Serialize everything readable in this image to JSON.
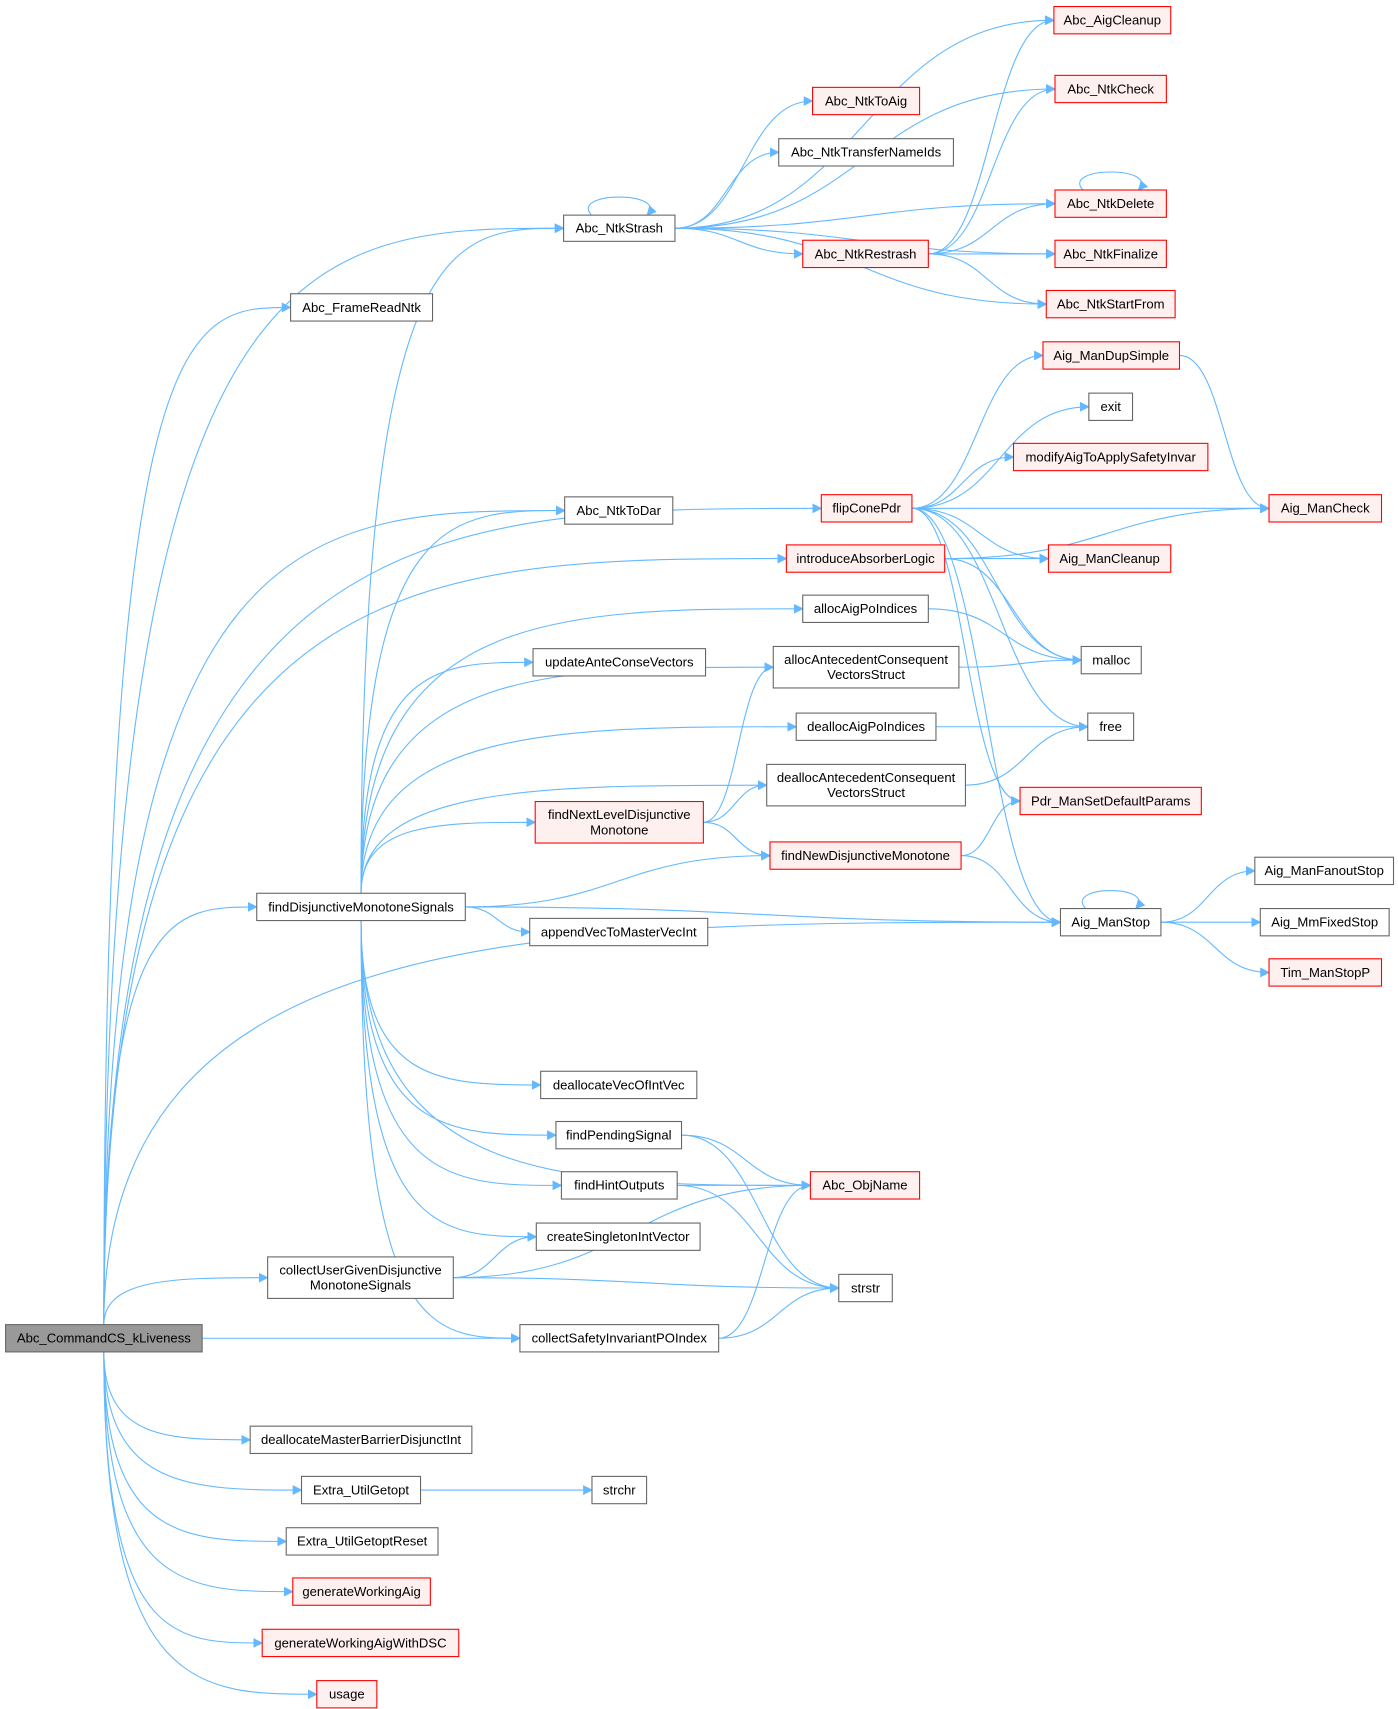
{
  "graph": {
    "title": "Abc_CommandCS_kLiveness call graph",
    "colors": {
      "edge": "#63b8ff",
      "root_fill": "#999999",
      "normal_border": "#666666",
      "truncated_border": "#ff0000",
      "truncated_fill": "#fff0f0"
    },
    "nodes": [
      {
        "lines": [
          "Abc_CommandCS_kLiveness"
        ],
        "kind": "root"
      },
      {
        "lines": [
          "Abc_FrameReadNtk"
        ],
        "kind": "normal"
      },
      {
        "lines": [
          "Abc_NtkStrash"
        ],
        "kind": "normal"
      },
      {
        "lines": [
          "Abc_AigCleanup"
        ],
        "kind": "truncated"
      },
      {
        "lines": [
          "Abc_NtkCheck"
        ],
        "kind": "truncated"
      },
      {
        "lines": [
          "Abc_NtkToAig"
        ],
        "kind": "truncated"
      },
      {
        "lines": [
          "Abc_NtkTransferNameIds"
        ],
        "kind": "normal"
      },
      {
        "lines": [
          "Abc_NtkDelete"
        ],
        "kind": "truncated"
      },
      {
        "lines": [
          "Abc_NtkRestrash"
        ],
        "kind": "truncated"
      },
      {
        "lines": [
          "Abc_NtkFinalize"
        ],
        "kind": "truncated"
      },
      {
        "lines": [
          "Abc_NtkStartFrom"
        ],
        "kind": "truncated"
      },
      {
        "lines": [
          "Aig_ManDupSimple"
        ],
        "kind": "truncated"
      },
      {
        "lines": [
          "exit"
        ],
        "kind": "normal"
      },
      {
        "lines": [
          "modifyAigToApplySafetyInvar"
        ],
        "kind": "truncated"
      },
      {
        "lines": [
          "flipConePdr"
        ],
        "kind": "truncated"
      },
      {
        "lines": [
          "Aig_ManCheck"
        ],
        "kind": "truncated"
      },
      {
        "lines": [
          "Abc_NtkToDar"
        ],
        "kind": "normal"
      },
      {
        "lines": [
          "introduceAbsorberLogic"
        ],
        "kind": "truncated"
      },
      {
        "lines": [
          "Aig_ManCleanup"
        ],
        "kind": "truncated"
      },
      {
        "lines": [
          "allocAigPoIndices"
        ],
        "kind": "normal"
      },
      {
        "lines": [
          "updateAnteConseVectors"
        ],
        "kind": "normal"
      },
      {
        "lines": [
          "allocAntecedentConsequent",
          "VectorsStruct"
        ],
        "kind": "normal"
      },
      {
        "lines": [
          "malloc"
        ],
        "kind": "normal"
      },
      {
        "lines": [
          "deallocAigPoIndices"
        ],
        "kind": "normal"
      },
      {
        "lines": [
          "free"
        ],
        "kind": "normal"
      },
      {
        "lines": [
          "deallocAntecedentConsequent",
          "VectorsStruct"
        ],
        "kind": "normal"
      },
      {
        "lines": [
          "findNextLevelDisjunctive",
          "Monotone"
        ],
        "kind": "truncated"
      },
      {
        "lines": [
          "Pdr_ManSetDefaultParams"
        ],
        "kind": "truncated"
      },
      {
        "lines": [
          "findNewDisjunctiveMonotone"
        ],
        "kind": "truncated"
      },
      {
        "lines": [
          "Aig_ManFanoutStop"
        ],
        "kind": "normal"
      },
      {
        "lines": [
          "findDisjunctiveMonotoneSignals"
        ],
        "kind": "normal"
      },
      {
        "lines": [
          "Aig_ManStop"
        ],
        "kind": "normal"
      },
      {
        "lines": [
          "appendVecToMasterVecInt"
        ],
        "kind": "normal"
      },
      {
        "lines": [
          "Aig_MmFixedStop"
        ],
        "kind": "normal"
      },
      {
        "lines": [
          "Tim_ManStopP"
        ],
        "kind": "truncated"
      },
      {
        "lines": [
          "deallocateVecOfIntVec"
        ],
        "kind": "normal"
      },
      {
        "lines": [
          "findPendingSignal"
        ],
        "kind": "normal"
      },
      {
        "lines": [
          "findHintOutputs"
        ],
        "kind": "normal"
      },
      {
        "lines": [
          "Abc_ObjName"
        ],
        "kind": "truncated"
      },
      {
        "lines": [
          "createSingletonIntVector"
        ],
        "kind": "normal"
      },
      {
        "lines": [
          "collectUserGivenDisjunctive",
          "MonotoneSignals"
        ],
        "kind": "normal"
      },
      {
        "lines": [
          "strstr"
        ],
        "kind": "normal"
      },
      {
        "lines": [
          "collectSafetyInvariantPOIndex"
        ],
        "kind": "normal"
      },
      {
        "lines": [
          "deallocateMasterBarrierDisjunctInt"
        ],
        "kind": "normal"
      },
      {
        "lines": [
          "Extra_UtilGetopt"
        ],
        "kind": "normal"
      },
      {
        "lines": [
          "strchr"
        ],
        "kind": "normal"
      },
      {
        "lines": [
          "Extra_UtilGetoptReset"
        ],
        "kind": "normal"
      },
      {
        "lines": [
          "generateWorkingAig"
        ],
        "kind": "truncated"
      },
      {
        "lines": [
          "generateWorkingAigWithDSC"
        ],
        "kind": "truncated"
      },
      {
        "lines": [
          "usage"
        ],
        "kind": "truncated"
      }
    ],
    "edges": [
      [
        0,
        1
      ],
      [
        0,
        2
      ],
      [
        0,
        14
      ],
      [
        0,
        17
      ],
      [
        0,
        16
      ],
      [
        0,
        30
      ],
      [
        0,
        40
      ],
      [
        0,
        42
      ],
      [
        0,
        31
      ],
      [
        0,
        43
      ],
      [
        0,
        44
      ],
      [
        0,
        46
      ],
      [
        0,
        47
      ],
      [
        0,
        48
      ],
      [
        0,
        49
      ],
      [
        2,
        2
      ],
      [
        2,
        3
      ],
      [
        2,
        4
      ],
      [
        2,
        5
      ],
      [
        2,
        6
      ],
      [
        2,
        7
      ],
      [
        2,
        8
      ],
      [
        2,
        9
      ],
      [
        2,
        10
      ],
      [
        8,
        3
      ],
      [
        8,
        4
      ],
      [
        8,
        7
      ],
      [
        8,
        9
      ],
      [
        8,
        10
      ],
      [
        7,
        7
      ],
      [
        14,
        11
      ],
      [
        14,
        12
      ],
      [
        14,
        13
      ],
      [
        14,
        15
      ],
      [
        14,
        18
      ],
      [
        14,
        22
      ],
      [
        14,
        24
      ],
      [
        14,
        27
      ],
      [
        14,
        31
      ],
      [
        11,
        15
      ],
      [
        17,
        18
      ],
      [
        17,
        15
      ],
      [
        17,
        22
      ],
      [
        19,
        22
      ],
      [
        21,
        22
      ],
      [
        23,
        24
      ],
      [
        25,
        24
      ],
      [
        26,
        21
      ],
      [
        26,
        25
      ],
      [
        26,
        28
      ],
      [
        28,
        27
      ],
      [
        28,
        31
      ],
      [
        31,
        31
      ],
      [
        31,
        29
      ],
      [
        31,
        33
      ],
      [
        31,
        34
      ],
      [
        30,
        2
      ],
      [
        30,
        16
      ],
      [
        30,
        19
      ],
      [
        30,
        20
      ],
      [
        30,
        21
      ],
      [
        30,
        23
      ],
      [
        30,
        25
      ],
      [
        30,
        26
      ],
      [
        30,
        28
      ],
      [
        30,
        32
      ],
      [
        30,
        31
      ],
      [
        30,
        35
      ],
      [
        30,
        36
      ],
      [
        30,
        37
      ],
      [
        30,
        38
      ],
      [
        30,
        39
      ],
      [
        30,
        42
      ],
      [
        36,
        38
      ],
      [
        36,
        41
      ],
      [
        37,
        38
      ],
      [
        37,
        41
      ],
      [
        40,
        39
      ],
      [
        40,
        38
      ],
      [
        40,
        41
      ],
      [
        42,
        38
      ],
      [
        42,
        41
      ],
      [
        44,
        45
      ]
    ]
  }
}
